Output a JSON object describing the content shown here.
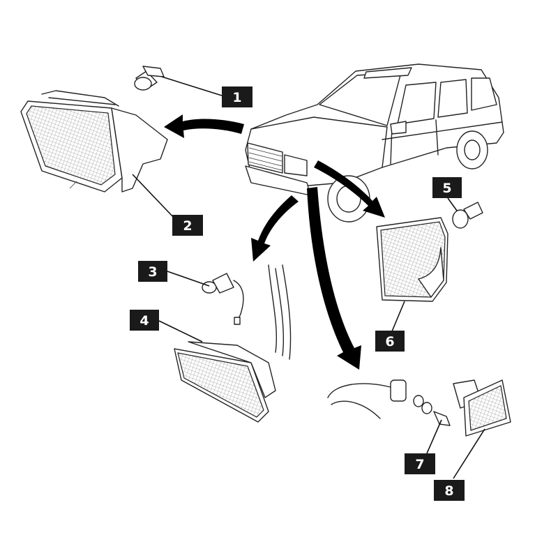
{
  "callouts": [
    {
      "id": "1",
      "label": "1"
    },
    {
      "id": "2",
      "label": "2"
    },
    {
      "id": "3",
      "label": "3"
    },
    {
      "id": "4",
      "label": "4"
    },
    {
      "id": "5",
      "label": "5"
    },
    {
      "id": "6",
      "label": "6"
    },
    {
      "id": "7",
      "label": "7"
    },
    {
      "id": "8",
      "label": "8"
    }
  ],
  "parts": [
    {
      "name": "headlamp-bulb",
      "callout": "1"
    },
    {
      "name": "headlamp-unit",
      "callout": "2"
    },
    {
      "name": "fog-lamp-bulb",
      "callout": "3"
    },
    {
      "name": "fog-lamp-unit",
      "callout": "4"
    },
    {
      "name": "indicator-bulb",
      "callout": "5"
    },
    {
      "name": "front-indicator-lens",
      "callout": "6"
    },
    {
      "name": "side-repeater-bulb",
      "callout": "7"
    },
    {
      "name": "side-repeater-lamp",
      "callout": "8"
    }
  ],
  "colors": {
    "callout_bg": "#1a1a1a",
    "callout_text": "#ffffff",
    "ink": "#222222"
  }
}
